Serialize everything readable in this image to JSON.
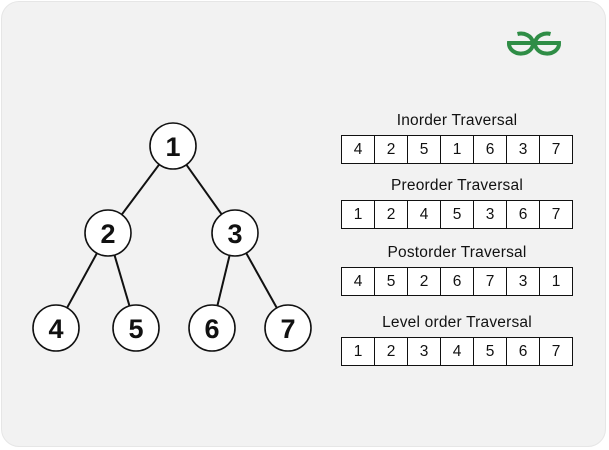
{
  "brand": {
    "logo_icon": "geeksforgeeks-logo-icon",
    "color": "#2f8d46"
  },
  "tree": {
    "nodes": [
      {
        "id": "1",
        "label": "1"
      },
      {
        "id": "2",
        "label": "2"
      },
      {
        "id": "3",
        "label": "3"
      },
      {
        "id": "4",
        "label": "4"
      },
      {
        "id": "5",
        "label": "5"
      },
      {
        "id": "6",
        "label": "6"
      },
      {
        "id": "7",
        "label": "7"
      }
    ],
    "edges": [
      {
        "from": "1",
        "to": "2"
      },
      {
        "from": "1",
        "to": "3"
      },
      {
        "from": "2",
        "to": "4"
      },
      {
        "from": "2",
        "to": "5"
      },
      {
        "from": "3",
        "to": "6"
      },
      {
        "from": "3",
        "to": "7"
      }
    ]
  },
  "traversals": [
    {
      "title": "Inorder Traversal",
      "values": [
        "4",
        "2",
        "5",
        "1",
        "6",
        "3",
        "7"
      ]
    },
    {
      "title": "Preorder Traversal",
      "values": [
        "1",
        "2",
        "4",
        "5",
        "3",
        "6",
        "7"
      ]
    },
    {
      "title": "Postorder Traversal",
      "values": [
        "4",
        "5",
        "2",
        "6",
        "7",
        "3",
        "1"
      ]
    },
    {
      "title": "Level order Traversal",
      "values": [
        "1",
        "2",
        "3",
        "4",
        "5",
        "6",
        "7"
      ]
    }
  ]
}
